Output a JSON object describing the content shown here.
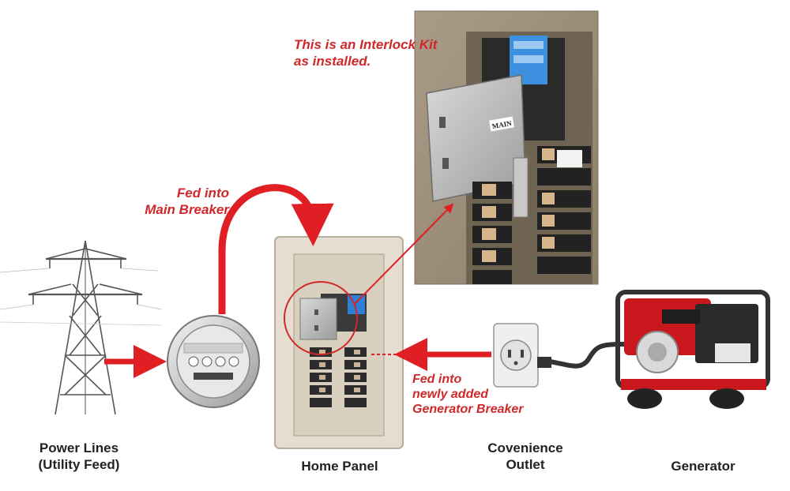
{
  "callouts": {
    "interlock_line1": "This is an Interlock Kit",
    "interlock_line2": "as installed.",
    "fed_main_line1": "Fed into",
    "fed_main_line2": "Main Breaker",
    "fed_gen_line1": "Fed into",
    "fed_gen_line2": "newly added",
    "fed_gen_line3": "Generator Breaker"
  },
  "components": {
    "power_lines_line1": "Power Lines",
    "power_lines_line2": "(Utility Feed)",
    "home_panel": "Home Panel",
    "outlet_line1": "Covenience",
    "outlet_line2": "Outlet",
    "generator": "Generator"
  },
  "photo": {
    "main_label": "MAIN"
  },
  "colors": {
    "arrow": "#e01f24",
    "callout_text": "#d0282a",
    "label_text": "#222222",
    "panel_face": "#e4ddd0",
    "generator_body": "#c8181e"
  }
}
